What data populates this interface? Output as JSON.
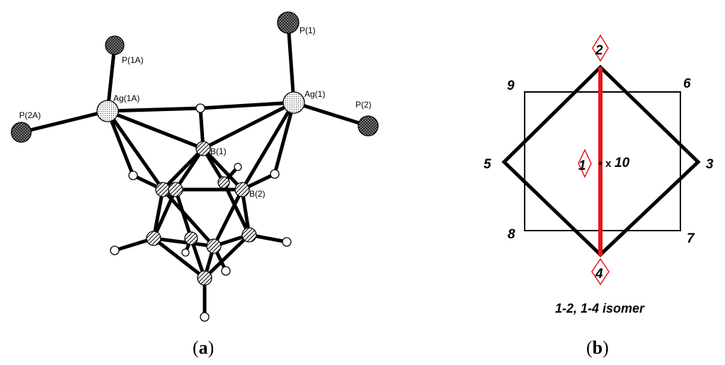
{
  "panel_a": {
    "label_open": "(",
    "label_letter": "a",
    "label_close": ")",
    "atoms": {
      "p1": "P(1)",
      "p1a": "P(1A)",
      "p2": "P(2)",
      "p2a": "P(2A)",
      "ag1": "Ag(1)",
      "ag1a": "Ag(1A)",
      "b1": "B(1)",
      "b2": "B(2)"
    }
  },
  "panel_b": {
    "label_open": "(",
    "label_letter": "b",
    "label_close": ")",
    "caption": "1-2, 1-4 isomer",
    "vertices": {
      "v1": "1",
      "v2": "2",
      "v3": "3",
      "v4": "4",
      "v5": "5",
      "v6": "6",
      "v7": "7",
      "v8": "8",
      "v9": "9",
      "v10": "10",
      "marker": "x"
    },
    "colors": {
      "highlight_bond": "#e8151b",
      "marker_outline": "#e8151b"
    }
  }
}
